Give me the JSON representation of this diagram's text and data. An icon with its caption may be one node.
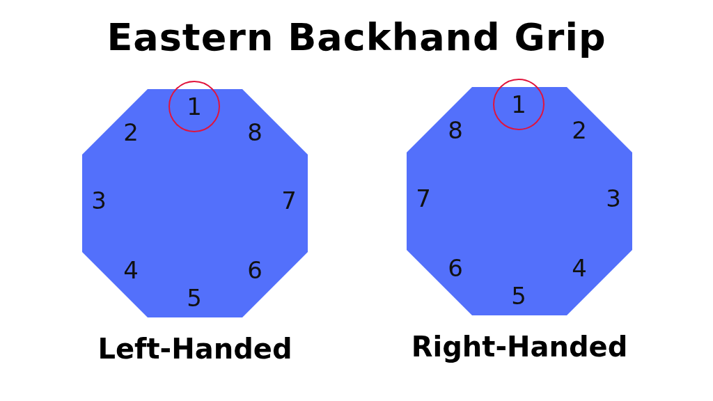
{
  "diagram": {
    "title": "Eastern Backhand Grip",
    "nodes": [
      {
        "text": [
          "1",
          "2",
          "8",
          "3",
          "7",
          "4",
          "6",
          "5"
        ],
        "beside": [
          "Left-Handed"
        ]
      },
      {
        "text": [
          "1",
          "8",
          "2",
          "7",
          "3",
          "6",
          "4",
          "5"
        ],
        "beside": [
          "Right-Handed"
        ]
      }
    ],
    "edges": []
  }
}
